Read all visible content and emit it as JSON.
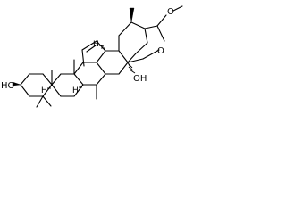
{
  "molecule": {
    "atoms": {
      "o_ring": "O",
      "o_methoxy": "O",
      "oh_right": "OH",
      "ho_left": "HO",
      "h_11": "H",
      "h_8": "H",
      "h_5": "H"
    }
  }
}
